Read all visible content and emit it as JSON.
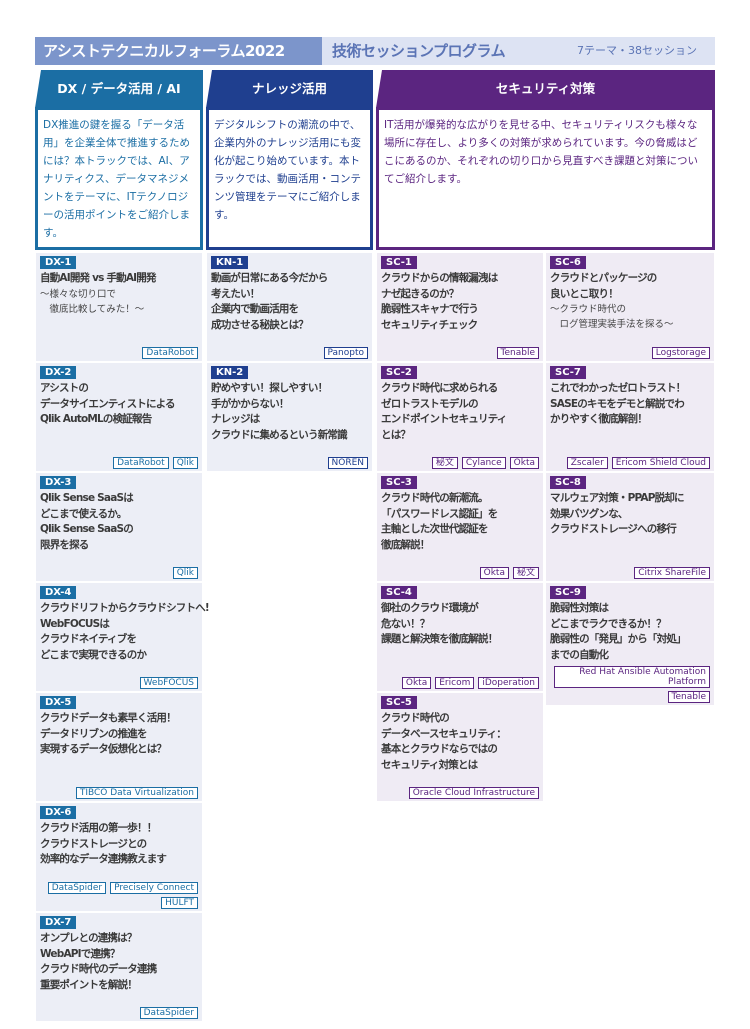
{
  "header": {
    "title": "アシストテクニカルフォーラム2022",
    "subtitle": "技術セッションプログラム",
    "summary": "7テーマ・38セッション"
  },
  "colors": {
    "dx": "#1b6ea4",
    "kn": "#1f3f8f",
    "sc": "#5b2580",
    "dx_card": "#eceef6",
    "sc_card": "#efebf4"
  },
  "tracks": [
    {
      "key": "dx",
      "name": "DX / データ活用 / AI",
      "description": "DX推進の鍵を握る「データ活用」を企業全体で推進するためには？本トラックでは、AI、アナリティクス、データマネジメントをテーマに、ITテクノロジーの活用ポイントをご紹介します。"
    },
    {
      "key": "kn",
      "name": "ナレッジ活用",
      "description": "デジタルシフトの潮流の中で、企業内外のナレッジ活用にも変化が起こり始めています。本トラックでは、動画活用・コンテンツ管理をテーマにご紹介します。"
    },
    {
      "key": "sc",
      "name": "セキュリティ対策",
      "description": "IT活用が爆発的な広がりを見せる中、セキュリティリスクも様々な場所に存在し、より多くの対策が求められています。今の脅威はどこにあるのか、それぞれの切り口から見直すべき課題と対策についてご紹介します。"
    }
  ],
  "sessions": [
    {
      "id": "DX-1",
      "track": "dx",
      "col": 0,
      "row": 0,
      "title": "自動AI開発 vs 手動AI開発",
      "subtitle": "～様々な切り口で\n　徹底比較してみた！～",
      "tags": [
        "DataRobot"
      ]
    },
    {
      "id": "DX-2",
      "track": "dx",
      "col": 0,
      "row": 1,
      "title": "アシストの\nデータサイエンティストによる\nQlik AutoMLの検証報告",
      "tags": [
        "DataRobot",
        "Qlik"
      ]
    },
    {
      "id": "DX-3",
      "track": "dx",
      "col": 0,
      "row": 2,
      "title": "Qlik Sense SaaSは\nどこまで使えるか。\nQlik Sense SaaSの\n限界を探る",
      "tags": [
        "Qlik"
      ]
    },
    {
      "id": "DX-4",
      "track": "dx",
      "col": 0,
      "row": 3,
      "title": "クラウドリフトからクラウドシフトへ!\nWebFOCUSは\nクラウドネイティブを\nどこまで実現できるのか",
      "tags": [
        "WebFOCUS"
      ]
    },
    {
      "id": "DX-5",
      "track": "dx",
      "col": 0,
      "row": 4,
      "title": "クラウドデータも素早く活用！\nデータドリブンの推進を\n実現するデータ仮想化とは？",
      "tags": [
        "TIBCO Data Virtualization"
      ]
    },
    {
      "id": "DX-6",
      "track": "dx",
      "col": 0,
      "row": 5,
      "title": "クラウド活用の第一歩！！\nクラウドストレージとの\n効率的なデータ連携教えます",
      "tags": [
        "DataSpider",
        "Precisely Connect",
        "HULFT"
      ]
    },
    {
      "id": "DX-7",
      "track": "dx",
      "col": 0,
      "row": 6,
      "title": "オンプレとの連携は？\nWebAPIで連携？\nクラウド時代のデータ連携\n重要ポイントを解説！",
      "tags": [
        "DataSpider"
      ]
    },
    {
      "id": "KN-1",
      "track": "kn",
      "col": 1,
      "row": 0,
      "title": "動画が日常にある今だから\n考えたい！\n企業内で動画活用を\n成功させる秘訣とは？",
      "tags": [
        "Panopto"
      ]
    },
    {
      "id": "KN-2",
      "track": "kn",
      "col": 1,
      "row": 1,
      "title": "貯めやすい！探しやすい！\n手がかからない！\nナレッジは\nクラウドに集めるという新常識",
      "tags": [
        "NOREN"
      ]
    },
    {
      "id": "SC-1",
      "track": "sc",
      "col": 2,
      "row": 0,
      "title": "クラウドからの情報漏洩は\nナゼ起きるのか？\n脆弱性スキャナで行う\nセキュリティチェック",
      "tags": [
        "Tenable"
      ]
    },
    {
      "id": "SC-2",
      "track": "sc",
      "col": 2,
      "row": 1,
      "title": "クラウド時代に求められる\nゼロトラストモデルの\nエンドポイントセキュリティ\nとは？",
      "tags": [
        "秘文",
        "Cylance",
        "Okta"
      ]
    },
    {
      "id": "SC-3",
      "track": "sc",
      "col": 2,
      "row": 2,
      "title": "クラウド時代の新潮流。\n「パスワードレス認証」を\n主軸とした次世代認証を\n徹底解説！",
      "tags": [
        "Okta",
        "秘文"
      ]
    },
    {
      "id": "SC-4",
      "track": "sc",
      "col": 2,
      "row": 3,
      "title": "御社のクラウド環境が\n危ない！？\n課題と解決策を徹底解説！",
      "tags": [
        "Okta",
        "Ericom",
        "iDoperation"
      ]
    },
    {
      "id": "SC-5",
      "track": "sc",
      "col": 2,
      "row": 4,
      "title": "クラウド時代の\nデータベースセキュリティ：\n基本とクラウドならではの\nセキュリティ対策とは",
      "tags": [
        "Oracle Cloud Infrastructure"
      ]
    },
    {
      "id": "SC-6",
      "track": "sc",
      "col": 3,
      "row": 0,
      "title": "クラウドとパッケージの\n良いとこ取り！",
      "subtitle": "～クラウド時代の\n　ログ管理実装手法を探る～",
      "tags": [
        "Logstorage"
      ]
    },
    {
      "id": "SC-7",
      "track": "sc",
      "col": 3,
      "row": 1,
      "title": "これでわかったゼロトラスト！\nSASEのキモをデモと解説でわ\nかりやすく徹底解剖！",
      "tags": [
        "Zscaler",
        "Ericom Shield Cloud"
      ]
    },
    {
      "id": "SC-8",
      "track": "sc",
      "col": 3,
      "row": 2,
      "title": "マルウェア対策・PPAP脱却に\n効果バツグンな、\nクラウドストレージへの移行",
      "tags": [
        "Citrix ShareFile"
      ]
    },
    {
      "id": "SC-9",
      "track": "sc",
      "col": 3,
      "row": 3,
      "title": "脆弱性対策は\nどこまでラクできるか！？\n脆弱性の「発見」から「対処」\nまでの自動化",
      "tags": [
        "Red Hat Ansible Automation Platform",
        "Tenable"
      ]
    }
  ]
}
